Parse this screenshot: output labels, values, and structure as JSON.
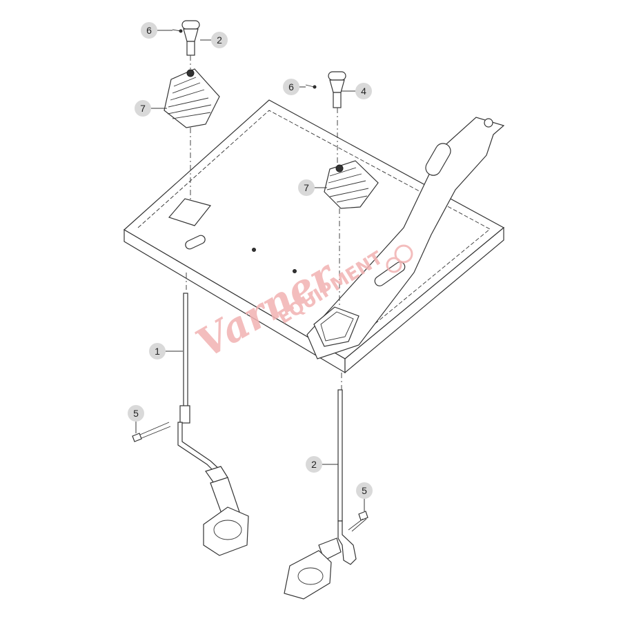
{
  "callouts": [
    {
      "id": "c-6-top",
      "label": "6"
    },
    {
      "id": "c-2-top",
      "label": "2"
    },
    {
      "id": "c-7-left",
      "label": "7"
    },
    {
      "id": "c-6-right",
      "label": "6"
    },
    {
      "id": "c-4",
      "label": "4"
    },
    {
      "id": "c-7-right",
      "label": "7"
    },
    {
      "id": "c-1",
      "label": "1"
    },
    {
      "id": "c-5-left",
      "label": "5"
    },
    {
      "id": "c-2-lower",
      "label": "2"
    },
    {
      "id": "c-5-right",
      "label": "5"
    }
  ],
  "watermark": {
    "script": "Varner",
    "sub": "EQUIPMENT",
    "color": "#f2b2b2"
  },
  "colors": {
    "line": "#333333",
    "callout_fill": "#d9d9d9"
  }
}
